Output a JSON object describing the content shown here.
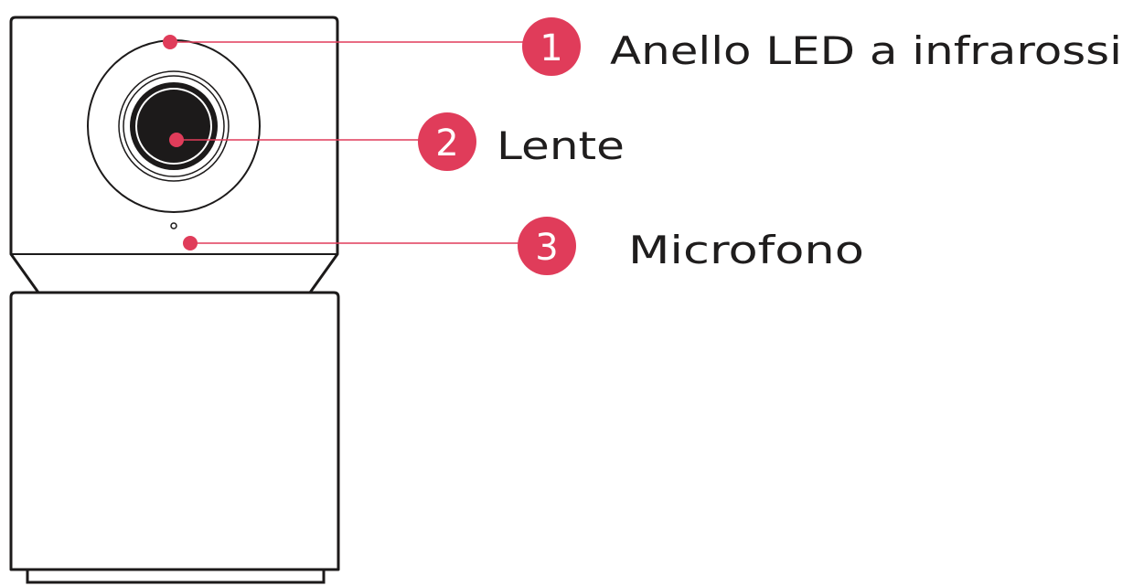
{
  "diagram": {
    "subject": "camera-front-view",
    "accent_color": "#e03c5a",
    "outline_color": "#1c1a1a",
    "callouts": [
      {
        "number": "1",
        "label": "Anello LED a infrarossi"
      },
      {
        "number": "2",
        "label": "Lente"
      },
      {
        "number": "3",
        "label": "Microfono"
      }
    ]
  }
}
